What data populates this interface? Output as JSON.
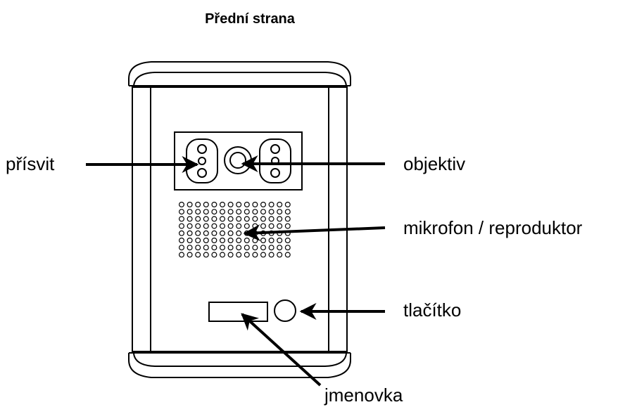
{
  "title": "Přední strana",
  "labels": {
    "illumination": "přísvit",
    "lens": "objektiv",
    "mic_speaker": "mikrofon / reproduktor",
    "button": "tlačítko",
    "nameplate": "jmenovka"
  },
  "colors": {
    "line": "#000000",
    "background": "#ffffff"
  }
}
